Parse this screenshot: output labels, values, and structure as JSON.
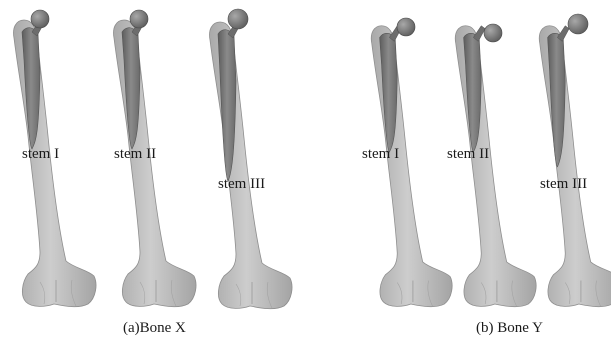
{
  "panels": [
    {
      "caption": "(a)Bone X",
      "stems": [
        {
          "label": "stem I"
        },
        {
          "label": "stem II"
        },
        {
          "label": "stem III"
        }
      ]
    },
    {
      "caption": "(b) Bone Y",
      "stems": [
        {
          "label": "stem I"
        },
        {
          "label": "stem II"
        },
        {
          "label": "stem III"
        }
      ]
    }
  ],
  "colors": {
    "bone": "#b9b9b9",
    "bone_edge": "#8e8e8e",
    "stem": "#6f6f6f",
    "head": "#7a7a7a"
  }
}
